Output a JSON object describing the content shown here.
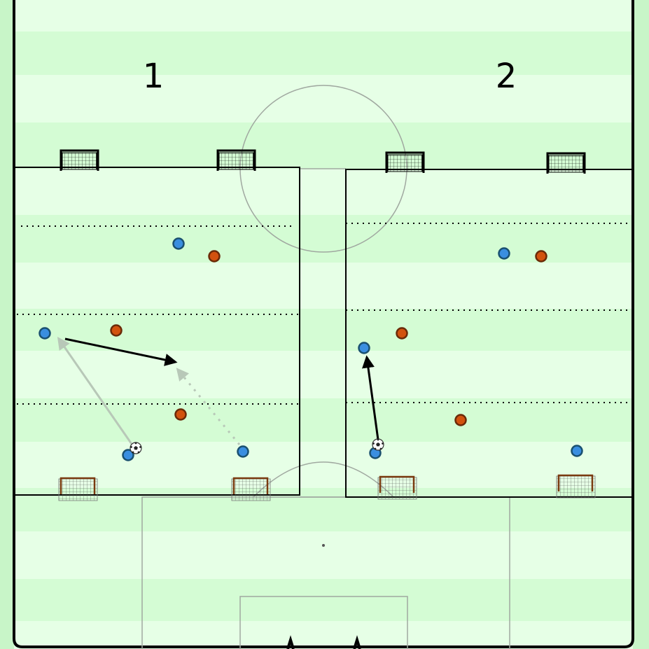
{
  "zones": [
    {
      "label": "1"
    },
    {
      "label": "2"
    }
  ],
  "colors": {
    "stripe_light": "#e6ffe6",
    "stripe_dark": "#d4fcd4",
    "outer": "#c8f5c8",
    "line": "#000000",
    "marking": "#a0a8a0",
    "team_blue": "#3a8ee0",
    "team_blue_outline": "#1a5070",
    "team_orange": "#d2520e",
    "team_orange_outline": "#6a2a08",
    "pass_arrow": "#000000",
    "run_arrow": "#b8c8b8",
    "white_goal": "#ffffff",
    "brown_goal": "#7a3a10"
  },
  "icons": {
    "player_blue": "blue-player-disc",
    "player_orange": "orange-player-disc",
    "ball": "soccer-ball-icon",
    "goal": "mini-goal-icon"
  }
}
